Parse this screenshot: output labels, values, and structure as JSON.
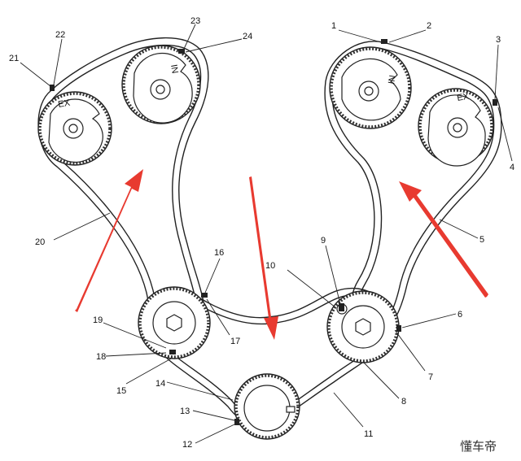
{
  "callouts": [
    "1",
    "2",
    "3",
    "4",
    "5",
    "6",
    "7",
    "8",
    "9",
    "10",
    "11",
    "12",
    "13",
    "14",
    "15",
    "16",
    "17",
    "18",
    "19",
    "20",
    "21",
    "22",
    "23",
    "24"
  ],
  "cam_marks": {
    "left_exhaust": "EX",
    "left_intake": "IN",
    "right_intake": "IN",
    "right_exhaust": "EX"
  },
  "watermark": "懂车帝",
  "colors": {
    "arrow": "#e83a30",
    "line": "#222222"
  }
}
